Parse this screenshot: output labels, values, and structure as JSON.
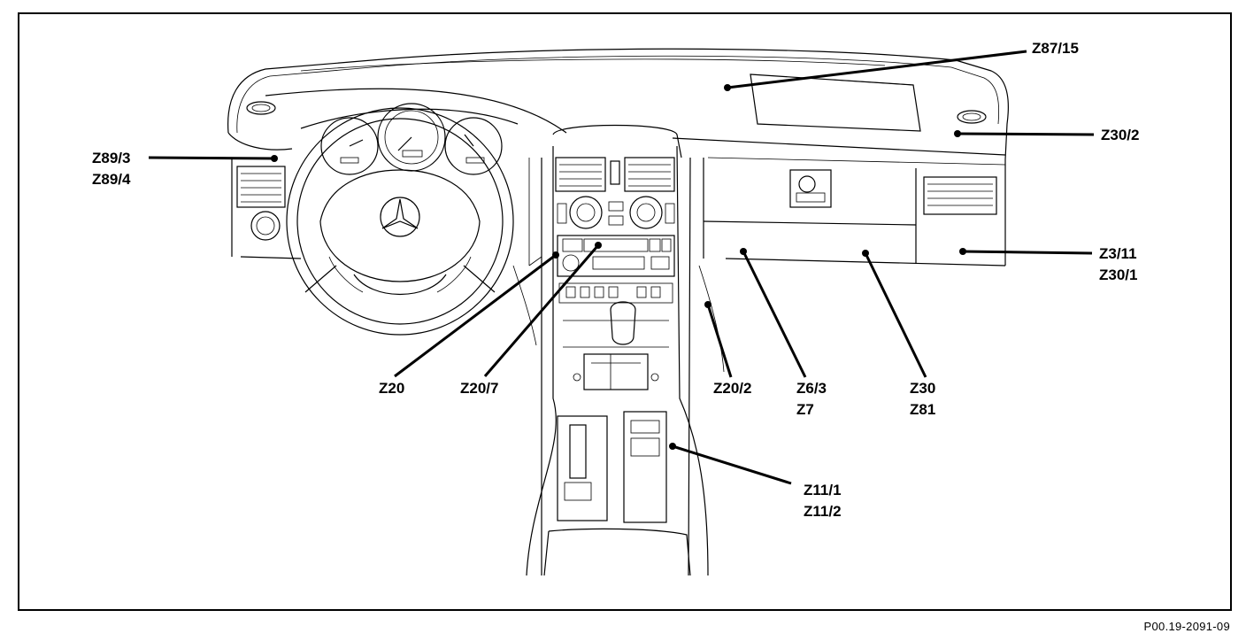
{
  "diagram": {
    "reference_code": "P00.19-2091-09",
    "callouts": [
      {
        "id": "z87-15",
        "lines": [
          "Z87/15"
        ]
      },
      {
        "id": "z30-2",
        "lines": [
          "Z30/2"
        ]
      },
      {
        "id": "z89",
        "lines": [
          "Z89/3",
          "Z89/4"
        ]
      },
      {
        "id": "z3-z30",
        "lines": [
          "Z3/11",
          "Z30/1"
        ]
      },
      {
        "id": "z20",
        "lines": [
          "Z20"
        ]
      },
      {
        "id": "z20-7",
        "lines": [
          "Z20/7"
        ]
      },
      {
        "id": "z20-2",
        "lines": [
          "Z20/2"
        ]
      },
      {
        "id": "z6-z7",
        "lines": [
          "Z6/3",
          "Z7"
        ]
      },
      {
        "id": "z30-z81",
        "lines": [
          "Z30",
          "Z81"
        ]
      },
      {
        "id": "z11",
        "lines": [
          "Z11/1",
          "Z11/2"
        ]
      }
    ]
  }
}
